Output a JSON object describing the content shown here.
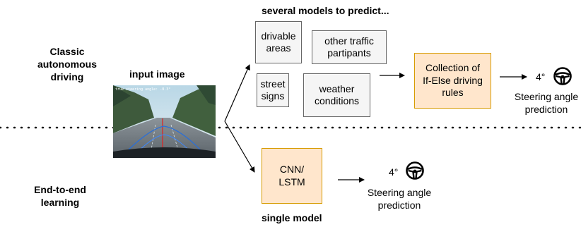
{
  "colors": {
    "gray_fill": "#f5f5f5",
    "gray_stroke": "#666666",
    "orange_fill": "#ffe6cc",
    "orange_stroke": "#d79b00"
  },
  "labels": {
    "several_models": "several models to predict...",
    "classic_line1": "Classic",
    "classic_line2": "autonomous",
    "classic_line3": "driving",
    "input_image": "input image",
    "end_to_end_line1": "End-to-end",
    "end_to_end_line2": "learning",
    "single_model": "single model"
  },
  "image": {
    "overlay_text": "true steering angle: -8.3°",
    "icon": "dashcam-road-photo"
  },
  "classic_models": {
    "drivable_line1": "drivable",
    "drivable_line2": "areas",
    "traffic_line1": "other traffic",
    "traffic_line2": "partipants",
    "signs_line1": "street",
    "signs_line2": "signs",
    "weather_line1": "weather",
    "weather_line2": "conditions"
  },
  "rules_box": {
    "line1": "Collection of",
    "line2": "If-Else driving",
    "line3": "rules"
  },
  "classic_output": {
    "angle": "4°",
    "icon": "steering-wheel-icon",
    "line1": "Steering angle",
    "line2": "prediction"
  },
  "e2e_model": {
    "line1": "CNN/",
    "line2": "LSTM"
  },
  "e2e_output": {
    "angle": "4°",
    "icon": "steering-wheel-icon",
    "line1": "Steering angle",
    "line2": "prediction"
  }
}
